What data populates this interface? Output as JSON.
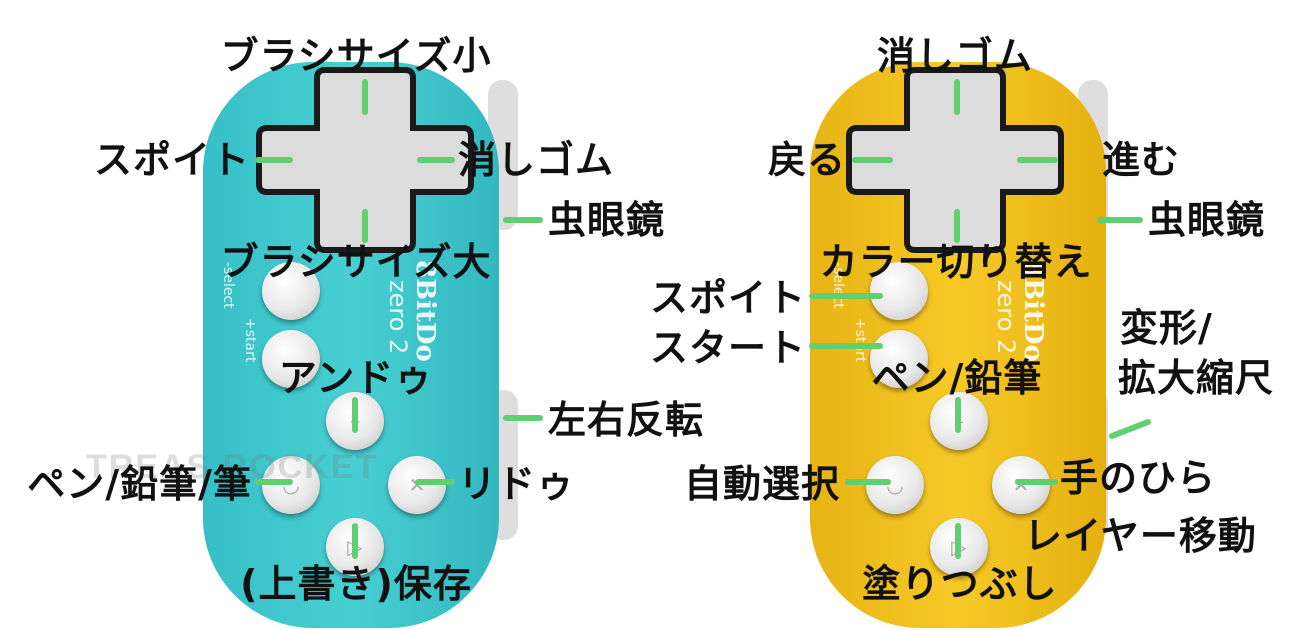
{
  "colors": {
    "left_pad": "#3cc6cc",
    "right_pad": "#f2c21d",
    "connector": "#5fcf6f",
    "button": "#e6e6e6",
    "label_text": "#111111"
  },
  "icons": {
    "dpad": "cross-dpad-icon",
    "select": "select-button-icon",
    "start": "start-button-icon",
    "x_button": "x-button-icon",
    "y_button": "y-button-icon",
    "a_button": "a-button-icon",
    "b_button": "b-button-icon"
  },
  "left_controller": {
    "brand": "8BitDo",
    "model": "zero 2",
    "select_label": "-select",
    "start_label": "+start",
    "watermark": "TREAS  ROCKET",
    "labels": {
      "dpad_up": "ブラシサイズ小",
      "dpad_left": "スポイト",
      "dpad_right": "消しゴム",
      "l_shoulder": "虫眼鏡",
      "dpad_down": "ブラシサイズ大",
      "x_button": "アンドゥ",
      "r_shoulder": "左右反転",
      "y_button": "ペン/鉛筆/筆",
      "a_button": "リドゥ",
      "b_button": "(上書き)保存"
    }
  },
  "right_controller": {
    "brand": "8BitDo",
    "model": "zero 2",
    "select_label": "-select",
    "start_label": "+start",
    "labels": {
      "dpad_up": "消しゴム",
      "dpad_left": "戻る",
      "dpad_right": "進む",
      "l_shoulder": "虫眼鏡",
      "dpad_down": "カラー切り替え",
      "select": "スポイト",
      "start": "スタート",
      "r_shoulder_line1": "変形/",
      "r_shoulder_line2": "拡大縮尺",
      "x_button": "ペン/鉛筆",
      "y_button": "自動選択",
      "a_button": "手のひら",
      "a_button_hold": "レイヤー移動",
      "b_button": "塗りつぶし"
    }
  }
}
